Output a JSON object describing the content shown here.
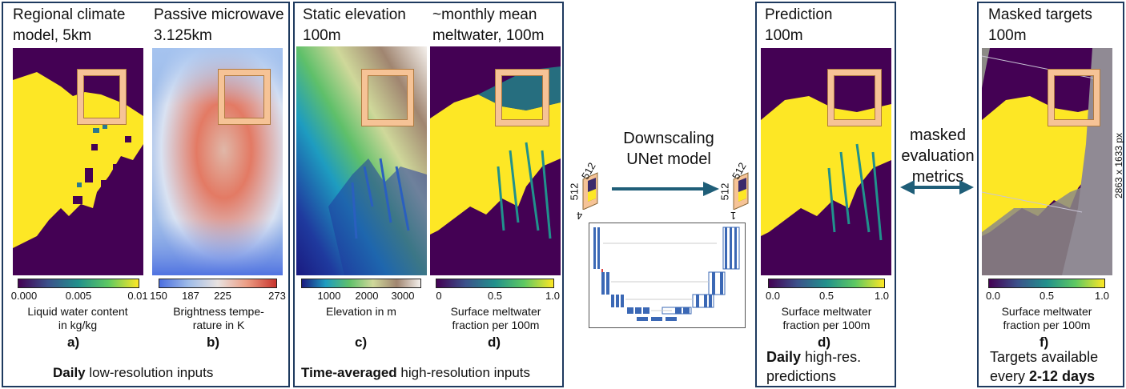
{
  "panels": {
    "low_res": {
      "title_a": "Regional climate\nmodel, 5km",
      "title_b": "Passive microwave\n3.125km",
      "cbar_a": {
        "ticks": [
          "0.000",
          "0.005",
          "0.01"
        ],
        "label": "Liquid water content\nin kg/kg",
        "letter": "a)"
      },
      "cbar_b": {
        "ticks": [
          "150",
          "187",
          "225",
          "273"
        ],
        "label": "Brightness tempe-\nrature in K",
        "letter": "b)"
      },
      "caption_bold": "Daily",
      "caption_rest": " low-resolution inputs"
    },
    "high_res": {
      "title_c": "Static elevation\n100m",
      "title_d": "~monthly mean\nmeltwater, 100m",
      "cbar_c": {
        "ticks": [
          "1000",
          "2000",
          "3000"
        ],
        "label": "Elevation in m",
        "letter": "c)"
      },
      "cbar_d": {
        "ticks": [
          "0",
          "0.5",
          "1.0"
        ],
        "label": "Surface meltwater\nfraction per 100m",
        "letter": "d)"
      },
      "caption_bold": "Time-averaged",
      "caption_rest": " high-resolution inputs"
    },
    "prediction": {
      "title": "Prediction\n100m",
      "cbar": {
        "ticks": [
          "0.0",
          "0.5",
          "1.0"
        ],
        "label": "Surface meltwater\nfraction per 100m",
        "letter": "d)"
      },
      "caption_bold": "Daily",
      "caption_line1": " high-res.",
      "caption_line2": "predictions"
    },
    "targets": {
      "title": "Masked targets\n100m",
      "cbar": {
        "ticks": [
          "0.0",
          "0.5",
          "1.0"
        ],
        "label": "Surface meltwater\nfraction per 100m",
        "letter": "f)"
      },
      "size_note": "2863 x 1633 px",
      "caption_line1": "Targets available",
      "caption_line2_pre": "every ",
      "caption_line2_bold": "2-12 days"
    }
  },
  "model": {
    "label": "Downscaling\nUNet model",
    "in_dims": {
      "w": "512",
      "h": "512",
      "c": "4"
    },
    "out_dims": {
      "w": "512",
      "h": "512",
      "c": "1"
    }
  },
  "metrics": {
    "label": "masked\nevaluation\nmetrics"
  },
  "colors": {
    "border": "#1e3a5f",
    "arrow": "#1f5e78",
    "viridis_dark": "#440154",
    "viridis_yellow": "#fde725",
    "roi": "#f6c396"
  }
}
